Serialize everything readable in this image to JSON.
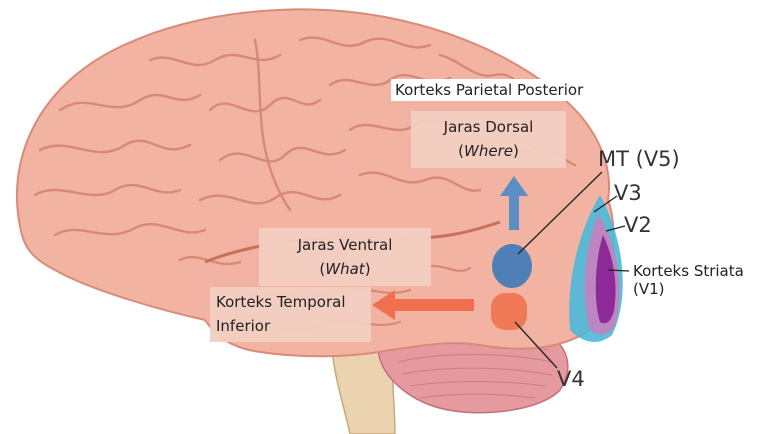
{
  "labels": {
    "parietal": "Korteks Parietal Posterior",
    "dorsal_title": "Jaras Dorsal",
    "dorsal_paren_open": "(",
    "dorsal_sub": "Where",
    "dorsal_paren_close": ")",
    "ventral_title": "Jaras Ventral",
    "ventral_paren_open": "(",
    "ventral_sub": "What",
    "ventral_paren_close": ")",
    "temporal_line1": "Korteks Temporal",
    "temporal_line2": "Inferior",
    "mt": "MT (V5)",
    "v3": "V3",
    "v2": "V2",
    "striate": "Korteks Striata (V1)",
    "v4": "V4"
  },
  "colors": {
    "brain_fill": "#f2b3a3",
    "brain_stroke": "#d98b78",
    "dorsal_arrow": "#5b8ec2",
    "ventral_arrow": "#ef6f4f",
    "mt_region": "#4f7fb5",
    "v4_region": "#f07a57",
    "v3_region": "#4bb8d8",
    "v2_region": "#c184bf",
    "v1_region": "#8e2a97",
    "label_box": "#f3cfc3"
  }
}
